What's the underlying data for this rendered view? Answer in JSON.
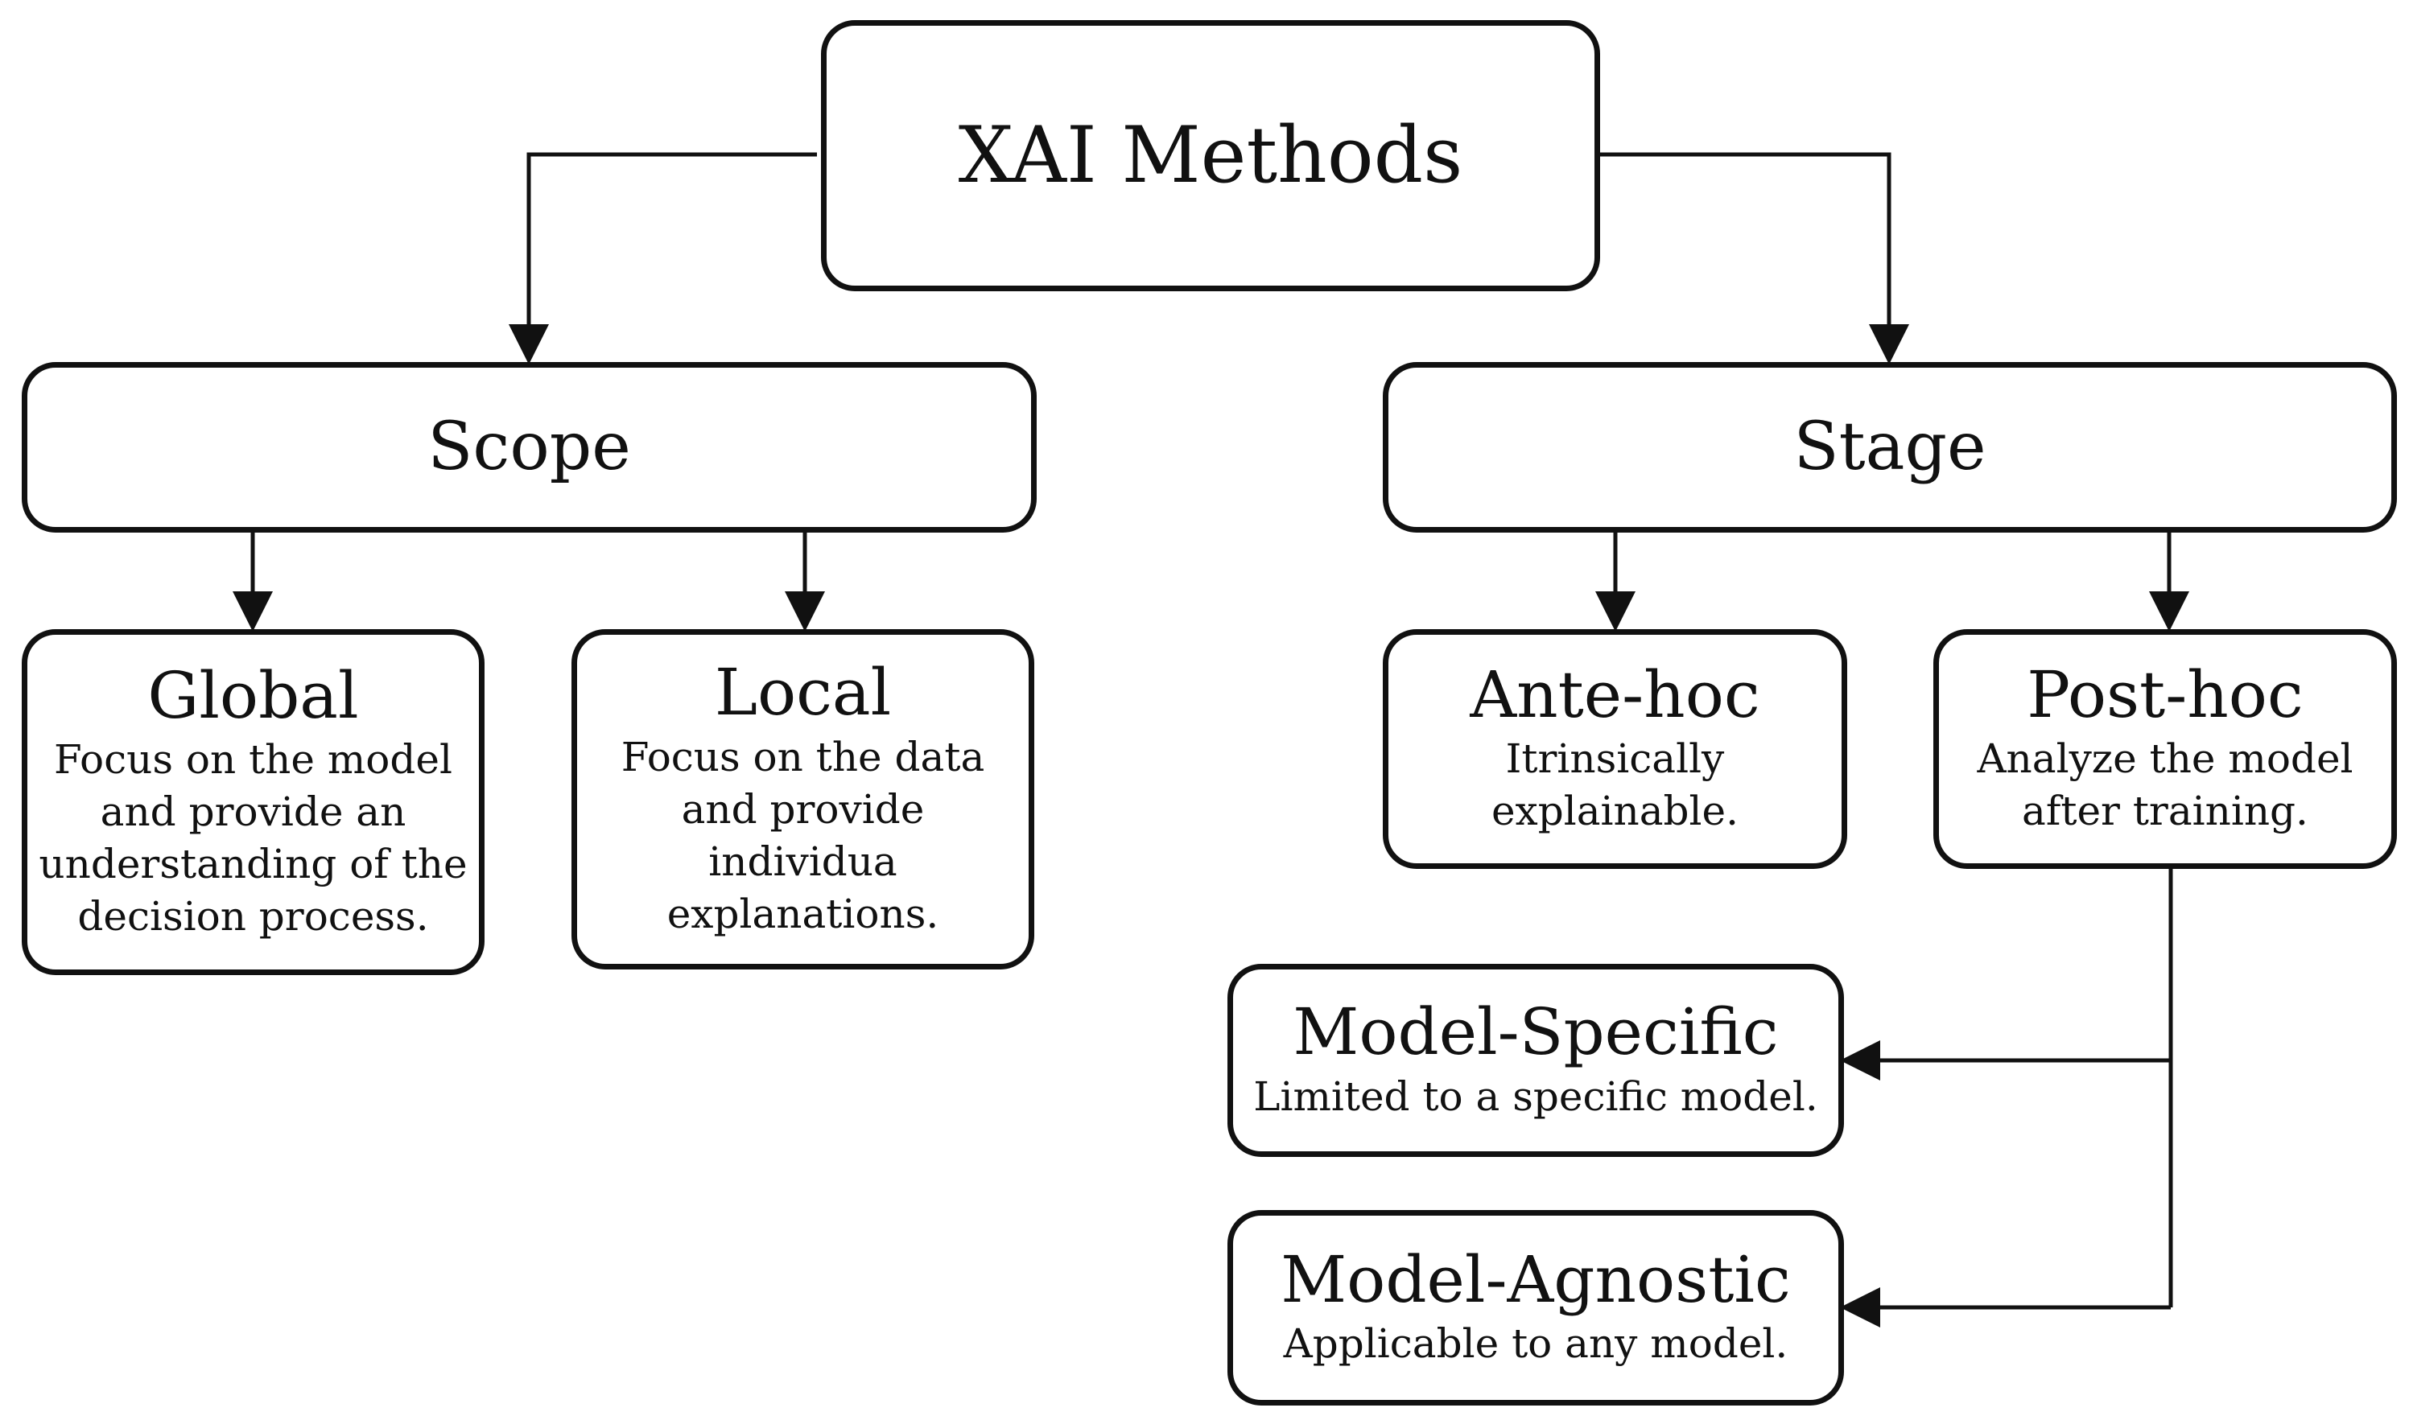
{
  "root": {
    "title": "XAI Methods"
  },
  "scope": {
    "title": "Scope",
    "global": {
      "title": "Global",
      "description": "Focus on the model\nand provide an\nunderstanding of the\ndecision process."
    },
    "local": {
      "title": "Local",
      "description": "Focus on the data\nand provide\nindividua\nexplanations."
    }
  },
  "stage": {
    "title": "Stage",
    "ante_hoc": {
      "title": "Ante-hoc",
      "description": "Itrinsically\nexplainable."
    },
    "post_hoc": {
      "title": "Post-hoc",
      "description": "Analyze the model\nafter training.",
      "model_specific": {
        "title": "Model-Specific",
        "description": "Limited to a specific model."
      },
      "model_agnostic": {
        "title": "Model-Agnostic",
        "description": "Applicable to any model."
      }
    }
  }
}
